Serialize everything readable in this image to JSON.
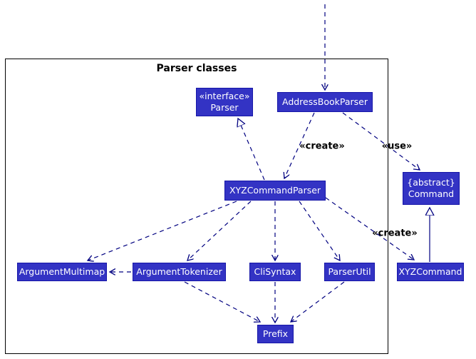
{
  "diagram": {
    "title": "Parser classes",
    "nodes": {
      "parser": {
        "stereotype": "«interface»",
        "label": "Parser"
      },
      "address_book_parser": {
        "label": "AddressBookParser"
      },
      "xyz_command_parser": {
        "label": "XYZCommandParser"
      },
      "command": {
        "stereotype": "{abstract}",
        "label": "Command"
      },
      "argument_multimap": {
        "label": "ArgumentMultimap"
      },
      "argument_tokenizer": {
        "label": "ArgumentTokenizer"
      },
      "cli_syntax": {
        "label": "CliSyntax"
      },
      "parser_util": {
        "label": "ParserUtil"
      },
      "xyz_command": {
        "label": "XYZCommand"
      },
      "prefix": {
        "label": "Prefix"
      }
    },
    "edge_labels": {
      "create_top": "«create»",
      "use": "«use»",
      "create_bottom": "«create»"
    },
    "edges": [
      {
        "from": "external-top",
        "to": "AddressBookParser",
        "type": "dependency",
        "style": "dashed"
      },
      {
        "from": "AddressBookParser",
        "to": "XYZCommandParser",
        "type": "dependency",
        "style": "dashed",
        "label": "«create»"
      },
      {
        "from": "AddressBookParser",
        "to": "Command",
        "type": "dependency",
        "style": "dashed",
        "label": "«use»"
      },
      {
        "from": "XYZCommandParser",
        "to": "Parser",
        "type": "realization",
        "style": "dashed"
      },
      {
        "from": "XYZCommandParser",
        "to": "ArgumentMultimap",
        "type": "dependency",
        "style": "dashed"
      },
      {
        "from": "XYZCommandParser",
        "to": "ArgumentTokenizer",
        "type": "dependency",
        "style": "dashed"
      },
      {
        "from": "XYZCommandParser",
        "to": "CliSyntax",
        "type": "dependency",
        "style": "dashed"
      },
      {
        "from": "XYZCommandParser",
        "to": "ParserUtil",
        "type": "dependency",
        "style": "dashed"
      },
      {
        "from": "XYZCommandParser",
        "to": "XYZCommand",
        "type": "dependency",
        "style": "dashed",
        "label": "«create»"
      },
      {
        "from": "XYZCommand",
        "to": "Command",
        "type": "inheritance",
        "style": "solid"
      },
      {
        "from": "ArgumentTokenizer",
        "to": "ArgumentMultimap",
        "type": "dependency",
        "style": "dashed"
      },
      {
        "from": "ArgumentTokenizer",
        "to": "Prefix",
        "type": "dependency",
        "style": "dashed"
      },
      {
        "from": "CliSyntax",
        "to": "Prefix",
        "type": "dependency",
        "style": "dashed"
      },
      {
        "from": "ParserUtil",
        "to": "Prefix",
        "type": "dependency",
        "style": "dashed"
      }
    ],
    "colors": {
      "node_fill": "#3333C4",
      "node_border": "#1616A8",
      "node_text": "#FFFFFF",
      "edge": "#000080",
      "frame_border": "#000000",
      "background": "#FFFFFF"
    }
  }
}
